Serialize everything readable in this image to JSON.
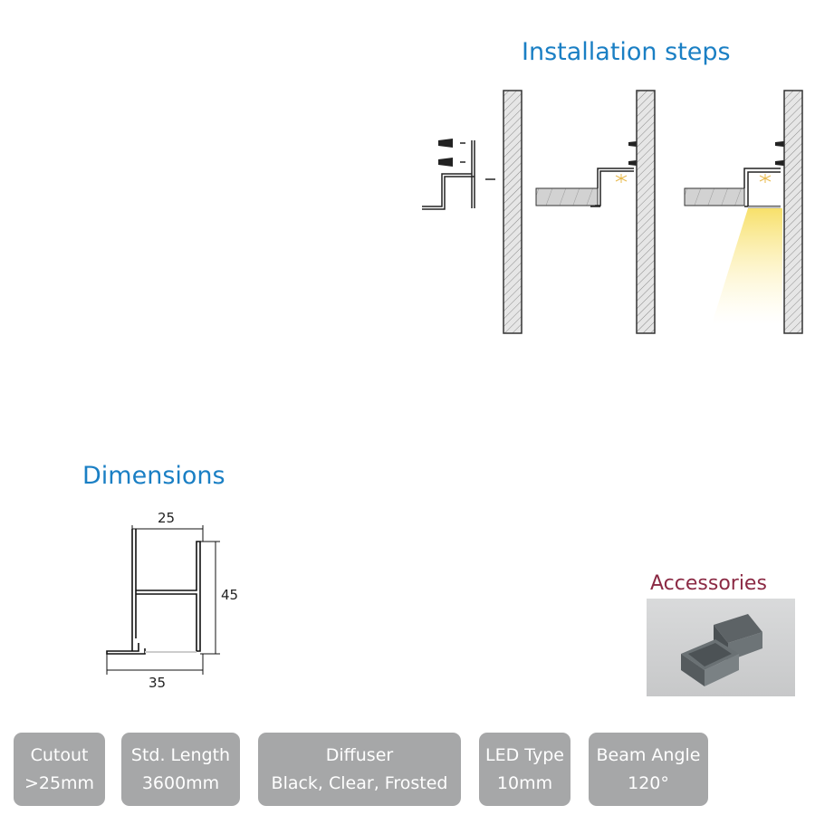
{
  "installation": {
    "title": "Installation steps"
  },
  "dimensions": {
    "title": "Dimensions",
    "width_top": "25",
    "height": "45",
    "width_bottom": "35"
  },
  "accessories": {
    "title": "Accessories",
    "image": "end-cap-photo"
  },
  "specs": [
    {
      "label": "Cutout",
      "value": ">25mm"
    },
    {
      "label": "Std. Length",
      "value": "3600mm"
    },
    {
      "label": "Diffuser",
      "value": "Black, Clear, Frosted"
    },
    {
      "label": "LED Type",
      "value": "10mm"
    },
    {
      "label": "Beam Angle",
      "value": "120°"
    }
  ],
  "colors": {
    "heading": "#1a7fc4",
    "accessories": "#8b2a44",
    "spec_bg": "#a6a7a8",
    "light": "#fbe88a"
  }
}
